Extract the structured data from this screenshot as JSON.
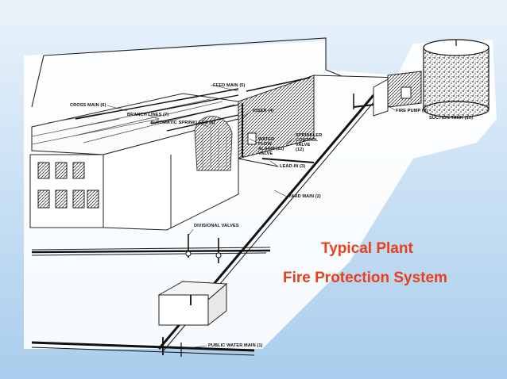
{
  "title_line1": "Typical Plant",
  "title_line2": "Fire Protection System",
  "labels": {
    "feed_main": "FEED MAIN (5)",
    "cross_main": "CROSS MAIN (6)",
    "branch_lines": "BRANCH LINES (7)",
    "automatic_sprinklers": "AUTOMATIC SPRINKLERS (8)",
    "riser": "RISER (4)",
    "water_flow_1": "WATER",
    "water_flow_2": "FLOW",
    "water_flow_3": "ALARM (11)",
    "water_flow_4": "VALVE",
    "sprinkler_control_1": "SPRINKLER",
    "sprinkler_control_2": "CONTROL",
    "sprinkler_control_3": "VALVE",
    "sprinkler_control_4": "(12)",
    "lead_in": "LEAD-IN (3)",
    "yard_main": "YARD MAIN (2)",
    "divisional_valves": "DIVISIONAL VALVES",
    "fire_pump": "FIRE PUMP (9)",
    "suction_tank": "SUCTION TANK (10)",
    "public_water_main": "PUBLIC WATER MAIN (1)"
  },
  "colors": {
    "title": "#e8401c",
    "background_top": "#eaf3fb",
    "background_bottom": "#a9cdec",
    "ink": "#111111"
  }
}
